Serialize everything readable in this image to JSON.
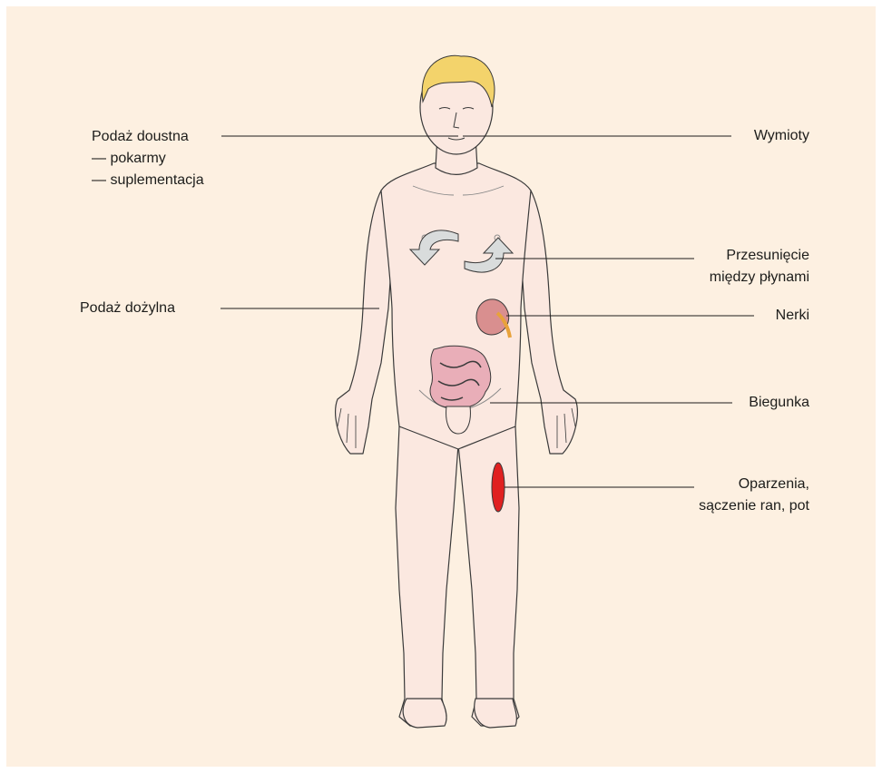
{
  "colors": {
    "background": "#fdf0e1",
    "skin": "#fbe8e0",
    "outline": "#3a3a3a",
    "hair": "#f3d36b",
    "burn": "#e02020",
    "intestine": "#e9aeb8",
    "kidney": "#d98f8f",
    "arrow": "#d9dcdc"
  },
  "labels": {
    "oral_intake": "Podaż doustna",
    "oral_food": "— pokarmy",
    "oral_supplement": "— suplementacja",
    "iv_intake": "Podaż dożylna",
    "vomiting": "Wymioty",
    "fluid_shift_1": "Przesunięcie",
    "fluid_shift_2": "między płynami",
    "kidneys": "Nerki",
    "diarrhea": "Biegunka",
    "burns_1": "Oparzenia,",
    "burns_2": "sączenie ran, pot"
  }
}
